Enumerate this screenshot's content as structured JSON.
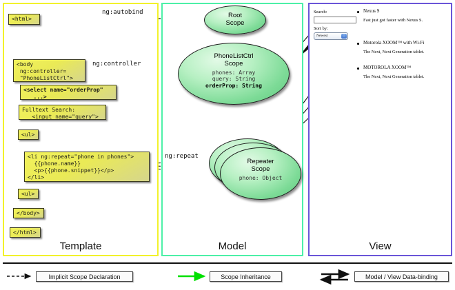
{
  "columns": [
    {
      "id": "template",
      "label": "Template",
      "border_color": "#f2f22b"
    },
    {
      "id": "model",
      "label": "Model",
      "border_color": "#4cf0a8"
    },
    {
      "id": "view",
      "label": "View",
      "border_color": "#6a55d8"
    }
  ],
  "template": {
    "boxes": [
      {
        "id": "html-open",
        "text": "<html>",
        "bold": false
      },
      {
        "id": "body-open",
        "text": "<body\n ng:controller=\n \"PhoneListCtrl\">",
        "bold": false
      },
      {
        "id": "select-tag",
        "text": "<select name=\"orderProp\"\n   ...>",
        "bold": true
      },
      {
        "id": "fulltext",
        "text": "Fulltext Search:\n   <input name=\"query\">",
        "bold": false
      },
      {
        "id": "ul-open",
        "text": "<ul>",
        "bold": false
      },
      {
        "id": "li-repeat",
        "text": "<li ng:repeat=\"phone in phones\">\n  {{phone.name}}\n  <p>{{phone.snippet}}</p>\n</li>",
        "bold": false
      },
      {
        "id": "ul-close",
        "text": "<ul>",
        "bold": false
      },
      {
        "id": "body-close",
        "text": "</body>",
        "bold": false
      },
      {
        "id": "html-close",
        "text": "</html>",
        "bold": false
      }
    ]
  },
  "model": {
    "scopes": [
      {
        "id": "root-scope",
        "title_line1": "Root",
        "title_line2": "Scope",
        "props": []
      },
      {
        "id": "phonelistctrl-scope",
        "title_line1": "PhoneListCtrl",
        "title_line2": "Scope",
        "props": [
          {
            "text": "phones: Array",
            "strong": false
          },
          {
            "text": "query: String",
            "strong": false
          },
          {
            "text": "orderProp: String",
            "strong": true
          }
        ]
      },
      {
        "id": "repeater-scope",
        "title_line1": "Repeater",
        "title_line2": "Scope",
        "props": [
          {
            "text": "phone: Object",
            "strong": false
          }
        ]
      }
    ]
  },
  "view": {
    "search_label": "Search:",
    "search_value": "",
    "sort_label": "Sort by:",
    "sort_selected": "Newest",
    "sort_arrow": "↕",
    "phones": [
      {
        "name": "Nexus S",
        "snippet": "Fast just got faster with Nexus S."
      },
      {
        "name": "Motorola XOOM™  with Wi-Fi",
        "snippet": "The Next, Next Generation tablet."
      },
      {
        "name": "MOTOROLA XOOM™",
        "snippet": "The Next, Next Generation tablet."
      }
    ]
  },
  "connectors": {
    "autobind": "ng:autobind",
    "controller": "ng:controller",
    "repeat": "ng:repeat"
  },
  "legend": {
    "items": [
      {
        "id": "implicit-scope-declaration",
        "label": "Implicit Scope Declaration",
        "style": "dashed-black"
      },
      {
        "id": "scope-inheritance",
        "label": "Scope Inheritance",
        "style": "solid-green"
      },
      {
        "id": "model-view-data-binding",
        "label": "Model / View Data-binding",
        "style": "double-black"
      }
    ]
  },
  "colors": {
    "template_border": "#f2f22b",
    "model_border": "#4cf0a8",
    "view_border": "#6a55d8",
    "scope_green": "#7ddb97",
    "code_yellow": "#eaea56",
    "inheritance_green": "#00e000"
  }
}
